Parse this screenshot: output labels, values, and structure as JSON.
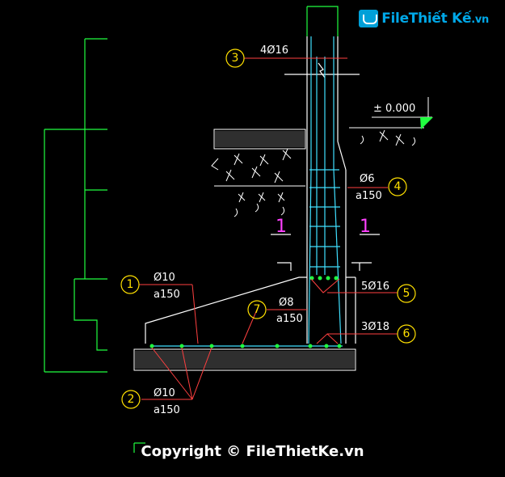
{
  "logo": {
    "brand": "FileThiết Kế",
    "domain": ".vn"
  },
  "copyright": "Copyright © FileThietKe.vn",
  "elevation": "± 0.000",
  "section_marks": [
    "1",
    "1"
  ],
  "annotations": {
    "c3": {
      "num": "3",
      "text": "4Ø16"
    },
    "c4": {
      "num": "4",
      "line1": "Ø6",
      "line2": "a150"
    },
    "c1": {
      "num": "1",
      "line1": "Ø10",
      "line2": "a150"
    },
    "c7": {
      "num": "7",
      "line1": "Ø8",
      "line2": "a150"
    },
    "c5": {
      "num": "5",
      "text": "5Ø16"
    },
    "c6": {
      "num": "6",
      "text": "3Ø18"
    },
    "c2": {
      "num": "2",
      "line1": "Ø10",
      "line2": "a150"
    }
  },
  "colors": {
    "green": "#20ff40",
    "cyan": "#40e0ff",
    "red": "#ff4040",
    "yellow": "#ffe000",
    "magenta": "#ff40ff",
    "white": "#ffffff"
  }
}
